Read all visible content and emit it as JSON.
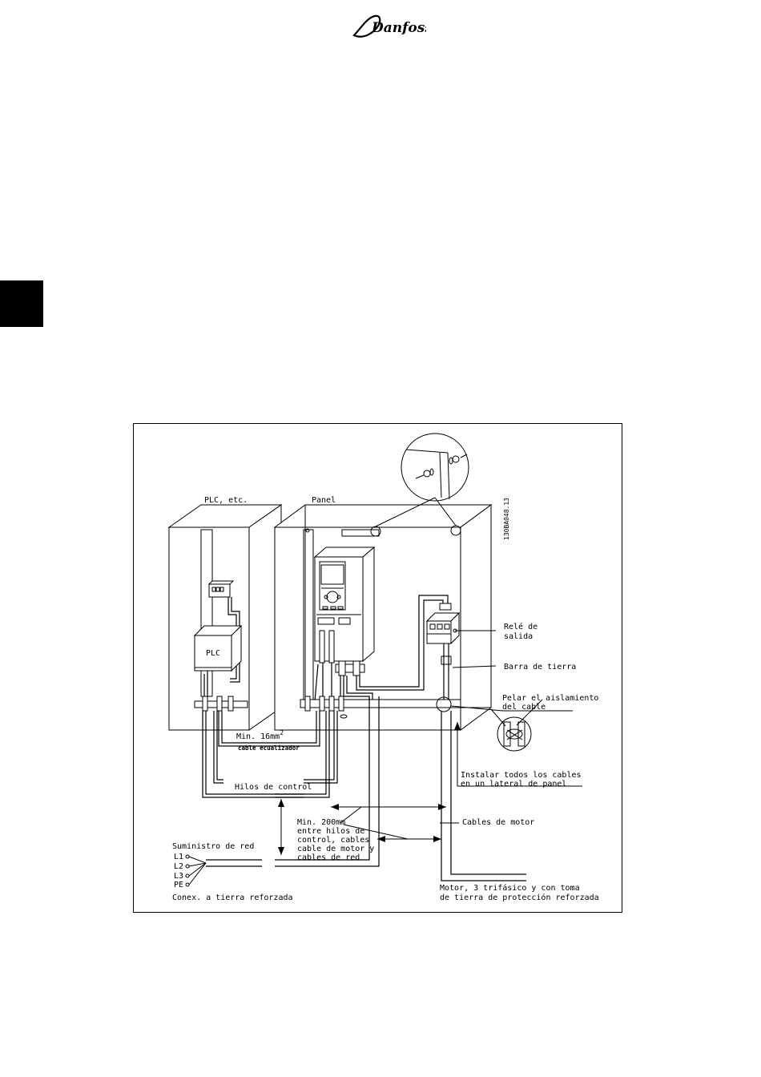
{
  "header": {
    "logo_text": "Danfoss"
  },
  "figure": {
    "code": "130BA048.13",
    "labels": {
      "plc_cabinet": "PLC, etc.",
      "panel": "Panel",
      "plc": "PLC",
      "relay_line1": "Relé de",
      "relay_line2": "salida",
      "earth_bar": "Barra de tierra",
      "strip_line1": "Pelar el aislamiento",
      "strip_line2": "del cable",
      "min16_main": "Min. 16mm",
      "min16_sup": "2",
      "equalizer": "cable ecualizador",
      "install_line1": "Instalar todos los cables",
      "install_line2": "en un lateral de panel",
      "control_wires": "Hilos de control",
      "motor_cables": "Cables de motor",
      "min200_line1": "Min. 200mm",
      "min200_line2": "entre hilos de",
      "min200_line3": "control, cables",
      "min200_line4": "cable de motor y",
      "min200_line5": "cables de red",
      "mains_supply": "Suministro de red",
      "l1": "L1",
      "l2": "L2",
      "l3": "L3",
      "pe": "PE",
      "reinforced_earth": "Conex. a tierra reforzada",
      "motor_line1": "Motor, 3 trifásico y con toma",
      "motor_line2": "de tierra de protección reforzada"
    }
  }
}
